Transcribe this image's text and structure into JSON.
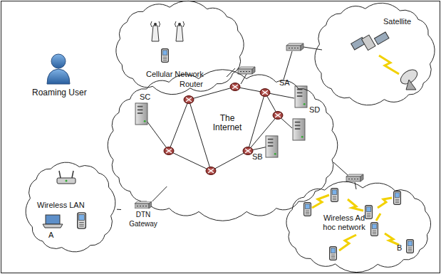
{
  "diagram": {
    "nodes": [
      {
        "text": [
          "Cellular Network"
        ]
      },
      {
        "text": [
          "Satellite"
        ]
      },
      {
        "text": [
          "The Internet"
        ]
      },
      {
        "text": [
          "Wireless LAN"
        ]
      },
      {
        "text": [
          "DTN Gateway"
        ]
      },
      {
        "text": [
          "Wireless Ad hoc network"
        ]
      }
    ],
    "edges": [
      {
        "from": 3,
        "to": 4,
        "arrow": "none"
      },
      {
        "from": 4,
        "to": 2,
        "arrow": "none"
      }
    ],
    "labels": [
      "Roaming User",
      "SC",
      "Router",
      "SA",
      "SD",
      "SB",
      "A",
      "B"
    ]
  }
}
